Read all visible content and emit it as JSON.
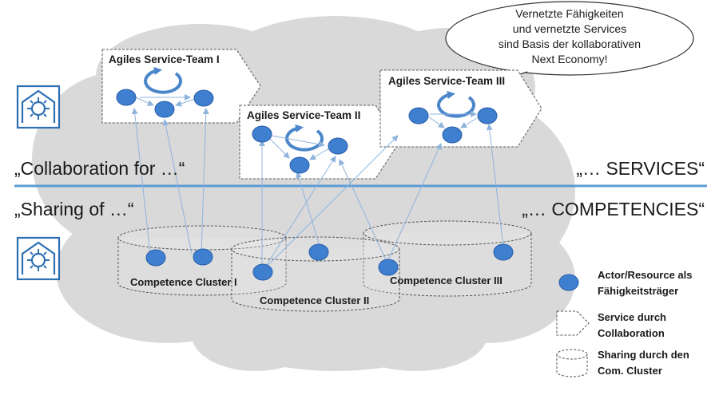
{
  "bubble": {
    "lines": [
      "Vernetzte Fähigkeiten",
      "und vernetzte Services",
      "sind Basis der kollaborativen",
      "Next Economy!"
    ]
  },
  "layers": {
    "upper_left": "„Collaboration for …“",
    "upper_right": "„… SERVICES“",
    "lower_left": "„Sharing of …“",
    "lower_right": "„… COMPETENCIES“"
  },
  "service_teams": [
    {
      "label": "Agiles Service-Team I"
    },
    {
      "label": "Agiles Service-Team II"
    },
    {
      "label": "Agiles Service-Team III"
    }
  ],
  "clusters": [
    {
      "label": "Competence Cluster I"
    },
    {
      "label": "Competence Cluster II"
    },
    {
      "label": "Competence Cluster III"
    }
  ],
  "legend": {
    "actor": "Actor/Resource als Fähigkeitsträger",
    "service": "Service durch Collaboration",
    "sharing": "Sharing durch den Com. Cluster"
  },
  "colors": {
    "node": "#3f7fd0",
    "node_stroke": "#2a5ea8",
    "divider": "#5b9bd5",
    "cloud": "#d9d9d9",
    "icon": "#2e6fb3",
    "arrow": "#8fb3dc"
  }
}
